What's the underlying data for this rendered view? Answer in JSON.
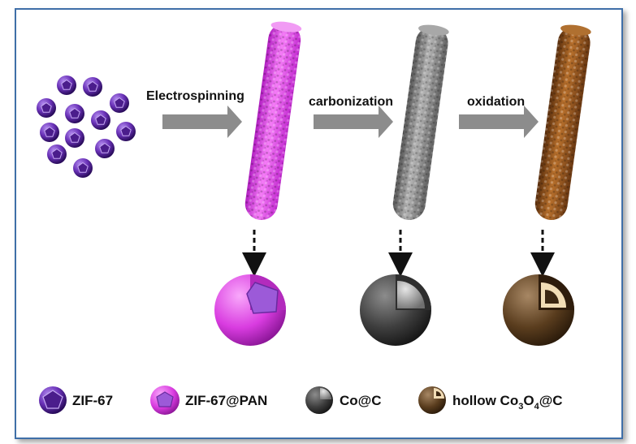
{
  "steps": [
    {
      "label": "Electrospinning"
    },
    {
      "label": "carbonization"
    },
    {
      "label": "oxidation"
    }
  ],
  "legend": [
    {
      "label": "ZIF-67"
    },
    {
      "label": "ZIF-67@PAN"
    },
    {
      "label": "Co@C"
    },
    {
      "label": "hollow Co₃O₄@C",
      "prefix": "hollow Co",
      "sub1": "3",
      "mid": "O",
      "sub2": "4",
      "suffix": "@C"
    }
  ],
  "colors": {
    "zif": "#5b2a9a",
    "pan": "#e040e8",
    "carbon": "#7a7a7a",
    "oxide": "#8a4d1a",
    "frame": "#3f6fa8",
    "arrow": "#8c8c8c"
  }
}
